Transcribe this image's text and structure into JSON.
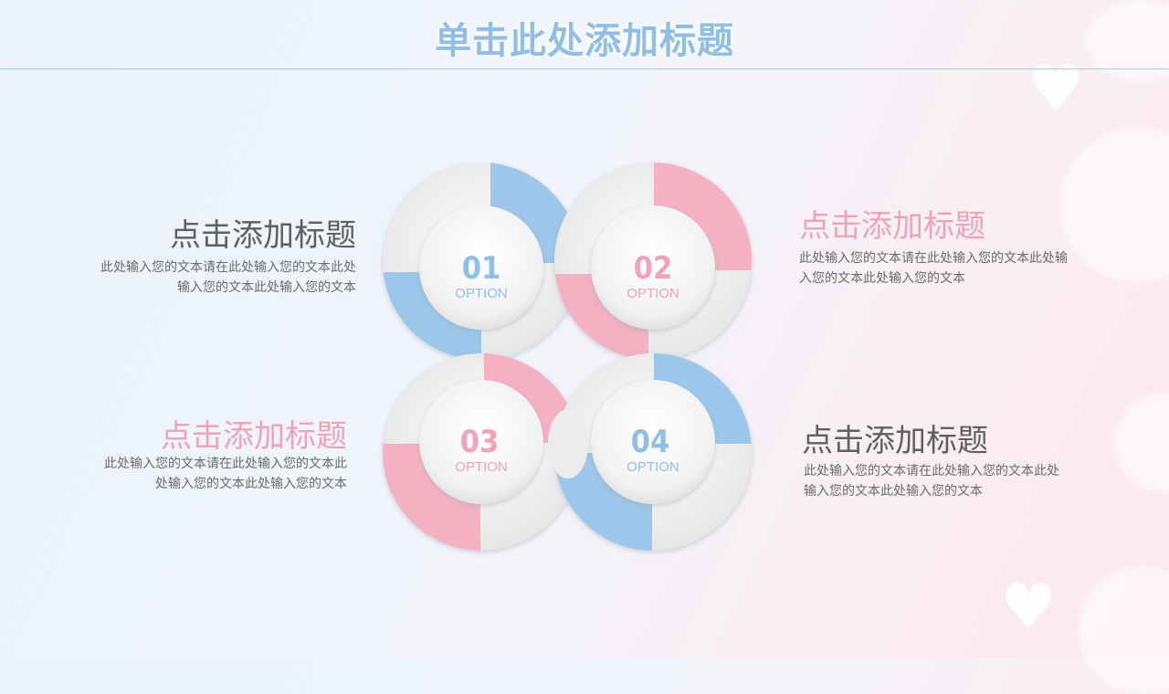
{
  "slide": {
    "title": "单击此处添加标题"
  },
  "colors": {
    "blue": "#8fbfe6",
    "pink": "#f2a4b8",
    "gray_text": "#6a6a6a",
    "heading_gray": "#5f5f5f",
    "heading_pink": "#f0a3b6"
  },
  "items": [
    {
      "number": "01",
      "option": "OPTION",
      "heading": "点击添加标题",
      "lines": [
        "此处输入您的文本请在此处输入您的文本此处",
        "输入您的文本此处输入您的文本"
      ]
    },
    {
      "number": "02",
      "option": "OPTION",
      "heading": "点击添加标题",
      "lines": [
        "此处输入您的文本请在此处输入您的文本此处输",
        "入您的文本此处输入您的文本"
      ]
    },
    {
      "number": "03",
      "option": "OPTION",
      "heading": "点击添加标题",
      "lines": [
        "此处输入您的文本请在此处输入您的文本此",
        "处输入您的文本此处输入您的文本"
      ]
    },
    {
      "number": "04",
      "option": "OPTION",
      "heading": "点击添加标题",
      "lines": [
        "此处输入您的文本请在此处输入您的文本此处",
        "输入您的文本此处输入您的文本"
      ]
    }
  ]
}
